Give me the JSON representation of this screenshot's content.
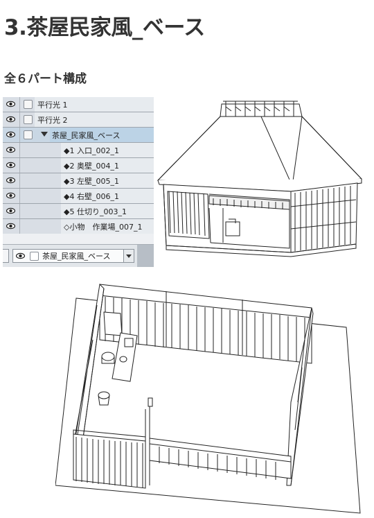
{
  "page": {
    "title": "3.茶屋民家風_ベース",
    "subtitle": "全６パート構成"
  },
  "layers_panel": {
    "rows": [
      {
        "label": "平行光 1",
        "type": "layer"
      },
      {
        "label": "平行光 2",
        "type": "layer"
      },
      {
        "label": "茶屋_民家風_ベース",
        "type": "group",
        "expanded": true
      },
      {
        "label": "◆1 入口_002_1",
        "type": "child"
      },
      {
        "label": "◆2 奥壁_004_1",
        "type": "child"
      },
      {
        "label": "◆3 左壁_005_1",
        "type": "child"
      },
      {
        "label": "◆4 右壁_006_1",
        "type": "child"
      },
      {
        "label": "◆5 仕切り_003_1",
        "type": "child"
      },
      {
        "label": "◇小物　作業場_007_1",
        "type": "child"
      }
    ],
    "selected_layer": "茶屋_民家風_ベース",
    "icons": {
      "visibility": "eye-icon",
      "lock": "checkbox-icon",
      "expand": "triangle-down-icon"
    }
  },
  "colors": {
    "text": "#333333",
    "panel_bg": "#d9dee5",
    "group_row": "#bcd3e6"
  }
}
